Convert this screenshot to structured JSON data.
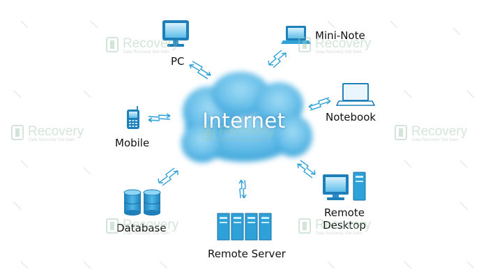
{
  "center": {
    "label": "Internet"
  },
  "nodes": {
    "pc": "PC",
    "mini_note": "Mini-Note",
    "notebook": "Notebook",
    "mobile": "Mobile",
    "database": "Database",
    "remote_server": "Remote Server",
    "remote_desktop_line1": "Remote",
    "remote_desktop_line2": "Desktop"
  },
  "watermark": {
    "name": "Recovery",
    "subtitle": "Data Recovery Viet Nam"
  },
  "colors": {
    "icon_blue": "#2ea2d8",
    "icon_dark": "#1a6fa3",
    "cloud": "#6cc1ea",
    "arrow": "#2a9fd6",
    "watermark": "#9fc7ad"
  }
}
